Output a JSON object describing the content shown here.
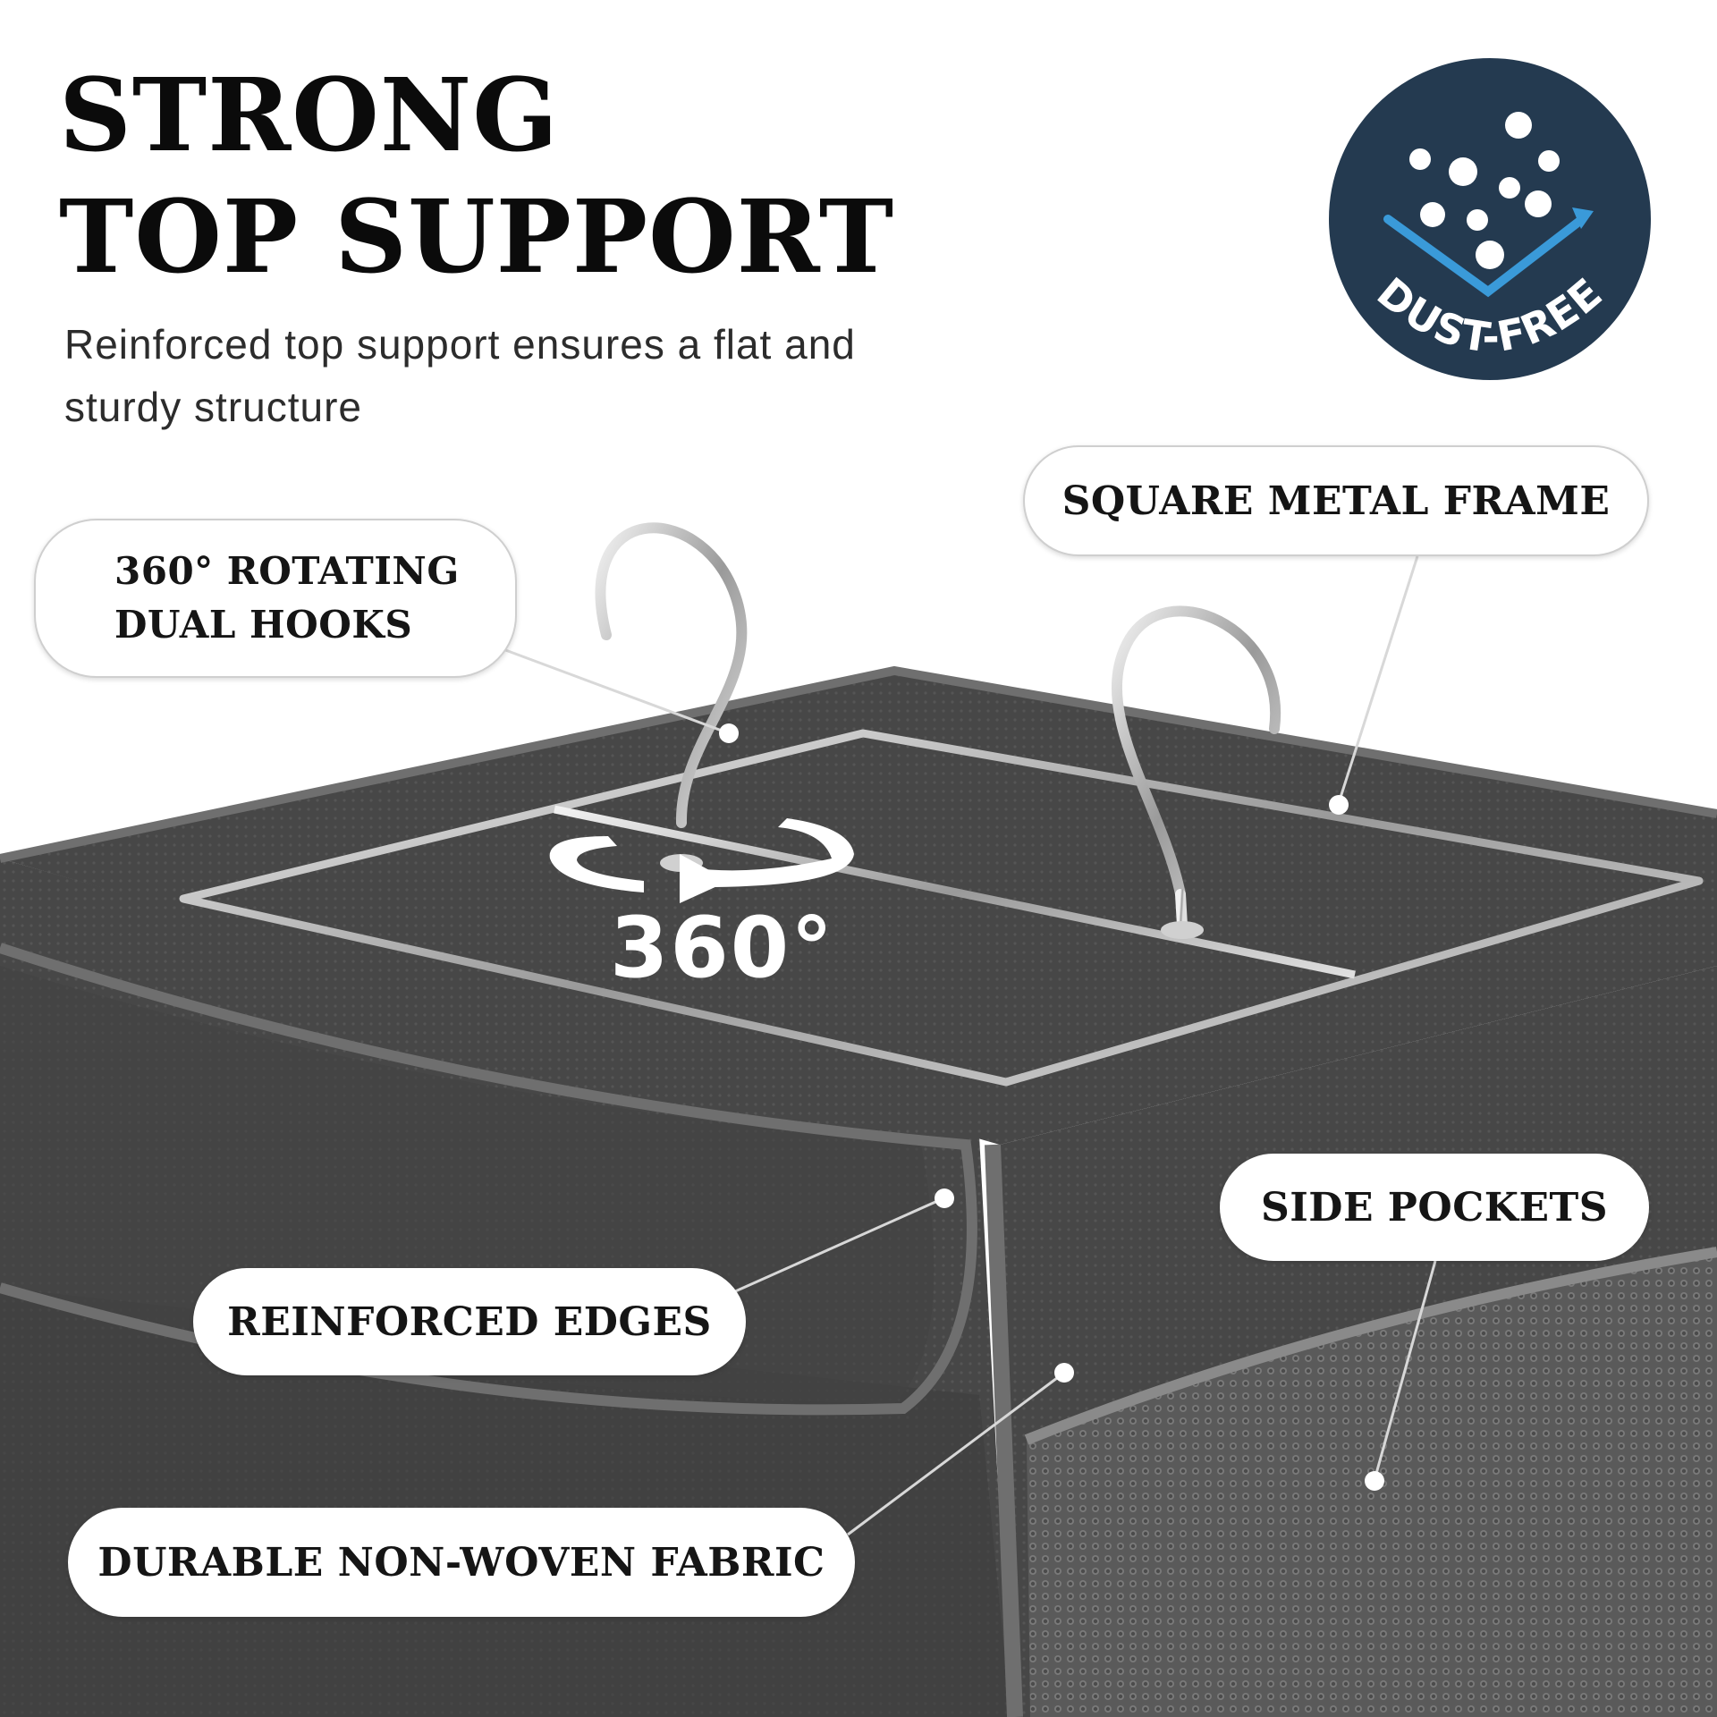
{
  "headline": {
    "line1": "STRONG",
    "line2": "TOP SUPPORT"
  },
  "subtitle": "Reinforced top support ensures a flat and sturdy structure",
  "badge": {
    "label": "DUST-FREE",
    "icon": "dust-free-icon",
    "background_color": "#243a50",
    "arrow_color": "#3a9ad9"
  },
  "callouts": {
    "hooks": {
      "line1": "360° ROTATING",
      "line2": "DUAL HOOKS"
    },
    "frame": "SQUARE METAL FRAME",
    "pockets": "SIDE POCKETS",
    "edges": "REINFORCED EDGES",
    "fabric": "DURABLE NON-WOVEN FABRIC"
  },
  "rotation_label": "360°",
  "colors": {
    "fabric": "#4a4a4a",
    "fabric_dark": "#3b3b3b",
    "edge_trim": "#6f6f6f",
    "metal": "#c9c9c9"
  }
}
